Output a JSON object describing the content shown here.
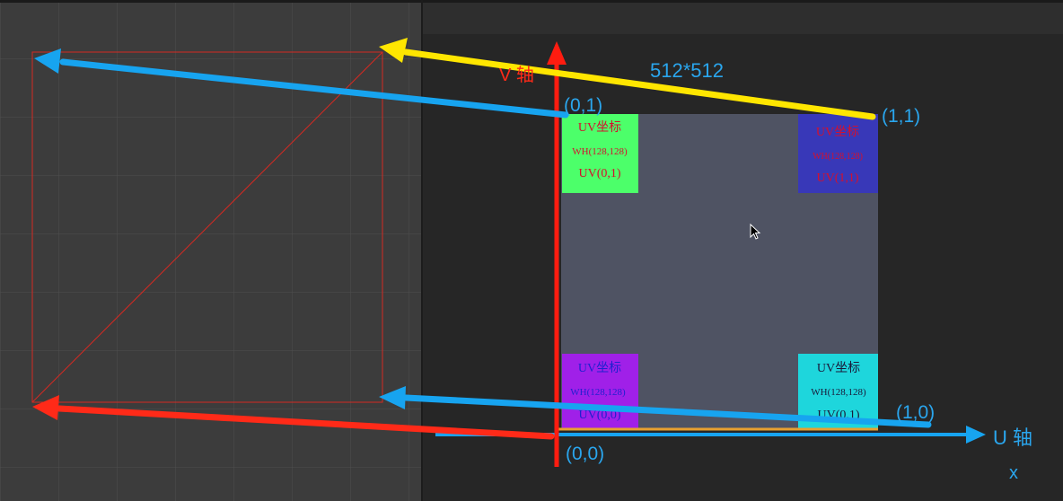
{
  "diagram": {
    "texture_size_label": "512*512",
    "v_axis_label": "V 轴",
    "u_axis_label": "U 轴",
    "x_label": "x",
    "corners": {
      "top_left": "(0,1)",
      "top_right": "(1,1)",
      "bottom_right": "(1,0)",
      "bottom_left": "(0,0)"
    },
    "tiles": [
      {
        "id": "top-left",
        "title": "UV坐标",
        "size": "WH(128,128)",
        "coord": "UV(0,1)",
        "bg": "#4cff6a",
        "text": "#d4102e"
      },
      {
        "id": "top-right",
        "title": "UV坐标",
        "size": "WH(128,128)",
        "coord": "UV(1,1)",
        "bg": "#3838b8",
        "text": "#d4102e"
      },
      {
        "id": "bottom-left",
        "title": "UV坐标",
        "size": "WH(128,128)",
        "coord": "UV(0,0)",
        "bg": "#a020e8",
        "text": "#2020d0"
      },
      {
        "id": "bottom-right",
        "title": "UV坐标",
        "size": "WH(128,128)",
        "coord": "UV(0,1)",
        "bg": "#1ed6dc",
        "text": "#1a1a3a"
      }
    ]
  },
  "colors": {
    "grid_panel_bg": "#3c3c3c",
    "dark_panel_bg": "#262626",
    "texture_bg": "#4f5363",
    "arrow_blue": "#17a4f0",
    "arrow_yellow": "#ffe600",
    "arrow_red": "#ff2a18",
    "label_blue": "#2aa6ee"
  }
}
